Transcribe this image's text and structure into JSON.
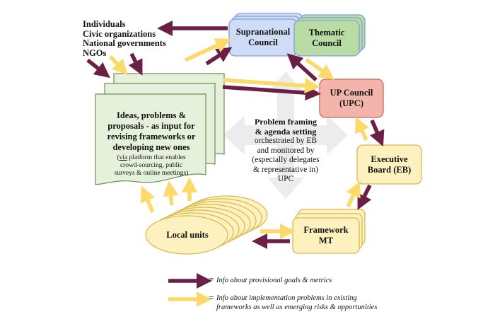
{
  "sources": {
    "items": [
      "Individuals",
      "Civic organizations",
      "National governments",
      "NGOs"
    ]
  },
  "nodes": {
    "supranational": {
      "line1": "Supranational",
      "line2": "Council"
    },
    "thematic": {
      "line1": "Thematic",
      "line2": "Council"
    },
    "upc": {
      "line1": "UP Council",
      "line2": "(UPC)"
    },
    "eb": {
      "line1": "Executive",
      "line2": "Board (EB)"
    },
    "framework": {
      "line1": "Framework",
      "line2": "MT"
    },
    "local": {
      "label": "Local units"
    }
  },
  "ideas": {
    "main_lines": [
      "Ideas, problems &",
      "proposals - as input for",
      "revising frameworks or",
      "developing new ones"
    ],
    "sub_prefix": "(",
    "sub_underlined": "via",
    "sub_rest_1": " platform that enables",
    "sub_rest_2": "crowd-sourcing, public",
    "sub_rest_3": "surveys & online meetings)"
  },
  "center": {
    "title_1": "Problem framing",
    "title_2": "& agenda setting",
    "line_1": "orchestrated by EB",
    "line_2": "and monitored by",
    "line_3": "(especially delegates",
    "line_4": "& representative in)",
    "line_5": "UPC"
  },
  "legend": {
    "eq": "=",
    "maroon_text": "Info about provisional goals & metrics",
    "yellow_text_1": "Info about implementation problems in existing",
    "yellow_text_2": "frameworks as well as emerging risks & opportunities"
  },
  "colors": {
    "maroon_arrow": "#6b1f45",
    "yellow_arrow": "#fbd96a",
    "blue_fill": "#cfdcf5",
    "blue_stroke": "#7f9fdb",
    "green_fill": "#b9dca5",
    "green_stroke": "#7fae63",
    "pink_fill": "#f2b4ab",
    "pink_stroke": "#c9685c",
    "cream_fill": "#fdf1bf",
    "cream_stroke": "#d9b94d",
    "ideas_fill": "#e6f1dc",
    "ideas_stroke": "#6d8f55",
    "cross_fill": "#ededed"
  }
}
